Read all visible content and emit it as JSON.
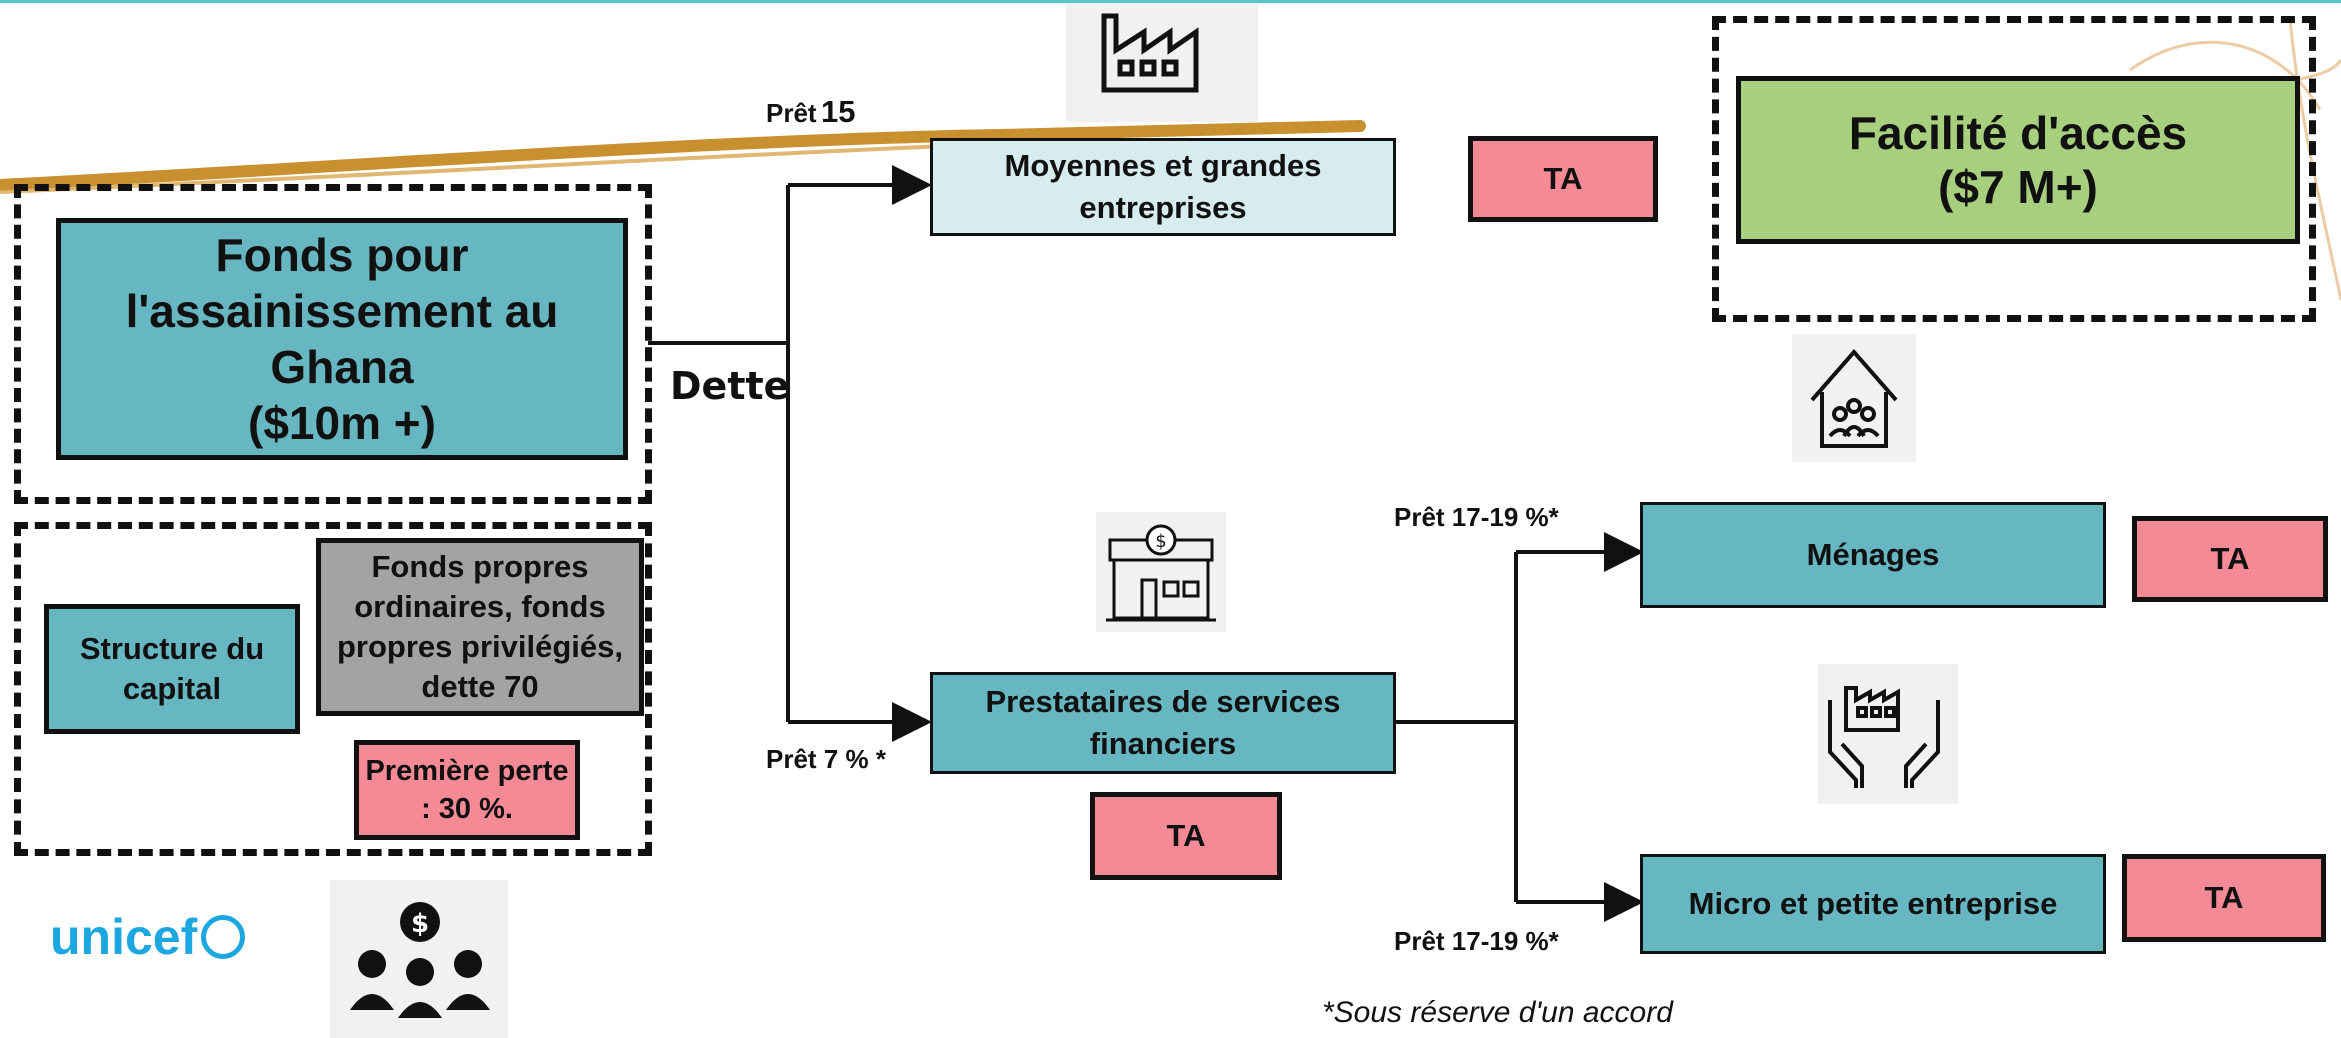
{
  "fund": {
    "title_line1": "Fonds pour",
    "title_line2": "l'assainissement au",
    "title_line3": "Ghana",
    "title_line4": "($10m +)"
  },
  "capital": {
    "structure_label": "Structure du capital",
    "equity_label": "Fonds propres ordinaires, fonds propres privilégiés, dette 70",
    "first_loss_label": "Première perte : 30 %."
  },
  "edges": {
    "dette": "Dette",
    "pret_15_word": "Prêt",
    "pret_15_value": "15",
    "pret_7": "Prêt 7 % *",
    "pret_17_19_top": "Prêt 17-19 %*",
    "pret_17_19_bottom": "Prêt 17-19 %*"
  },
  "nodes": {
    "large_enterprises": "Moyennes et grandes entreprises",
    "financial_providers": "Prestataires de services financiers",
    "households": "Ménages",
    "micro_small": "Micro et petite entreprise"
  },
  "ta": {
    "ta_large": "TA",
    "ta_financial": "TA",
    "ta_households": "TA",
    "ta_micro": "TA"
  },
  "facility": {
    "line1": "Facilité d'accès",
    "line2": "($7 M+)"
  },
  "footnote": "*Sous réserve d'un accord",
  "logo": "unicef",
  "icons": [
    "factory-icon",
    "bank-icon",
    "house-family-icon",
    "hands-factory-icon",
    "investors-icon",
    "unicef-logo-icon"
  ],
  "colors": {
    "teal": "#67b7c2",
    "pink": "#f48a96",
    "green": "#a7cf7e",
    "gray": "#a3a3a3",
    "light_teal": "#d7ecef",
    "brush_gold": "#c8902e",
    "unicef_blue": "#1ca7e0"
  }
}
